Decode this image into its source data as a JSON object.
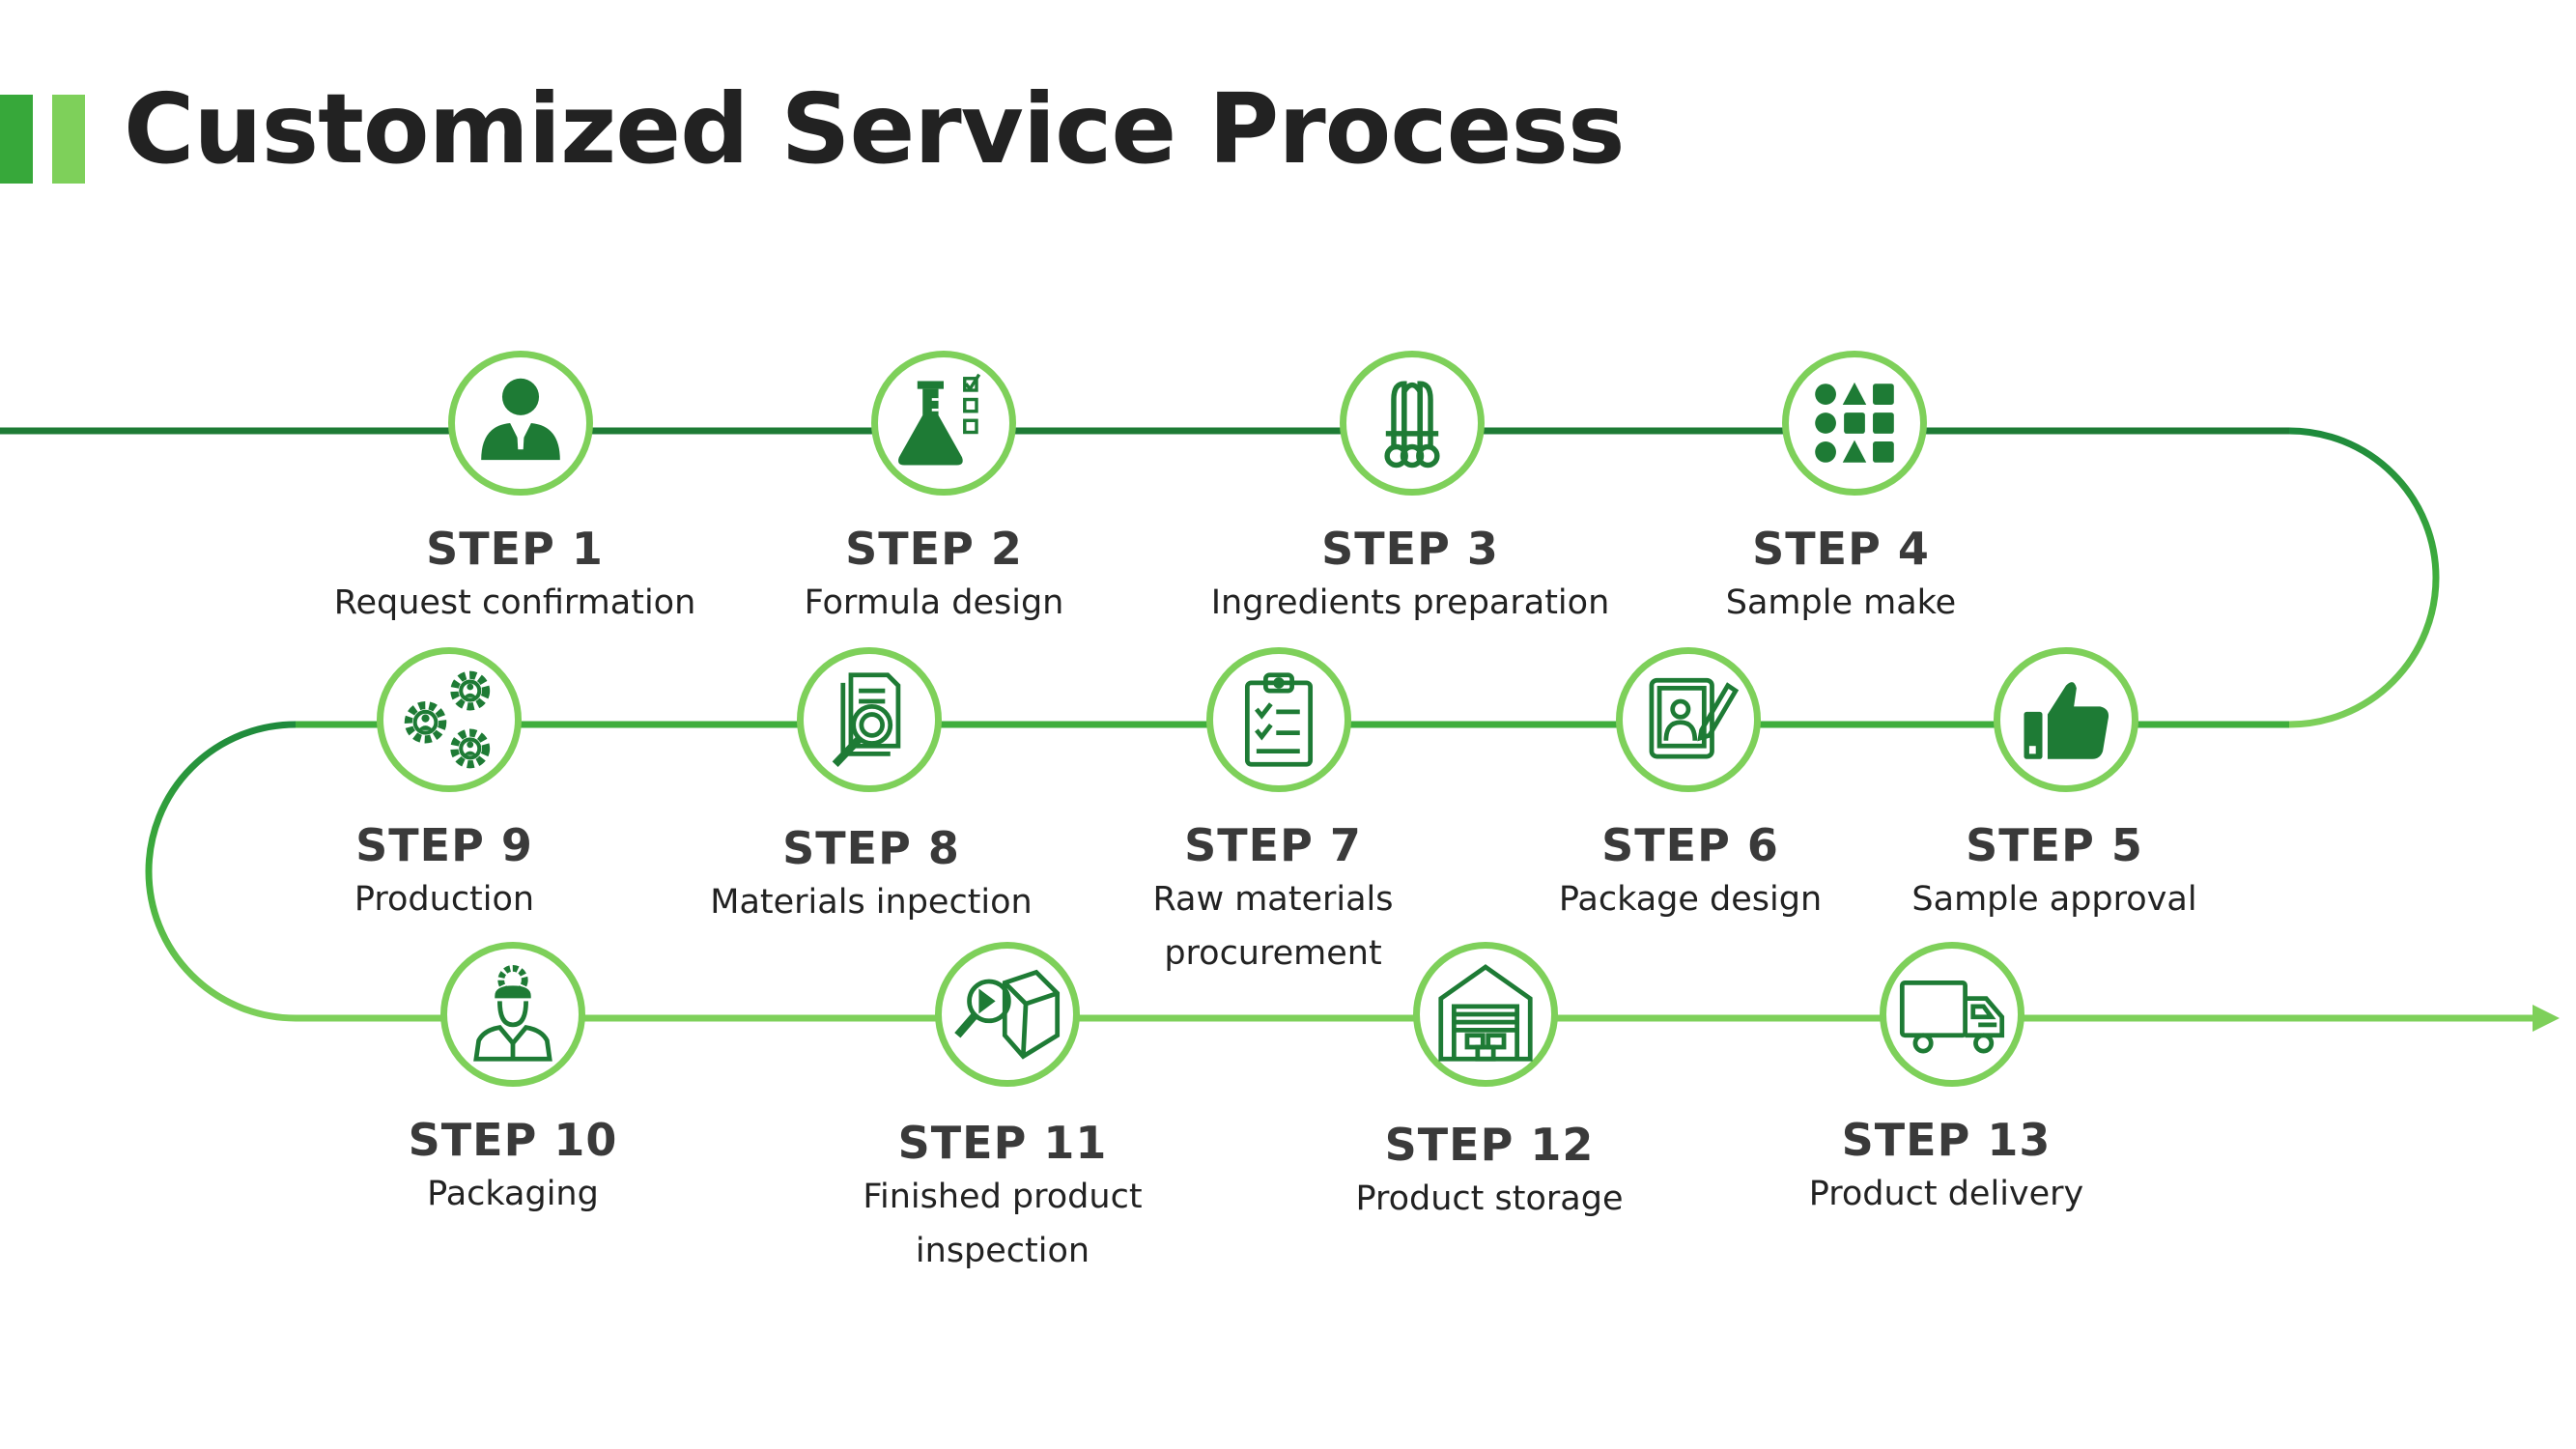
{
  "title": "Customized Service Process",
  "colors": {
    "dark_green": "#1e8a3c",
    "mid_green": "#37a83a",
    "light_green": "#7ed05a",
    "icon_green": "#1e7b35",
    "title_text": "#222222"
  },
  "steps": [
    {
      "num": "STEP 1",
      "name": "Request confirmation",
      "icon": "businessman-icon"
    },
    {
      "num": "STEP 2",
      "name": "Formula design",
      "icon": "lab-flask-checklist-icon"
    },
    {
      "num": "STEP 3",
      "name": "Ingredients preparation",
      "icon": "ingredients-bundle-icon"
    },
    {
      "num": "STEP 4",
      "name": "Sample make",
      "icon": "shapes-grid-icon"
    },
    {
      "num": "STEP 5",
      "name": "Sample approval",
      "icon": "thumbs-up-icon"
    },
    {
      "num": "STEP 6",
      "name": "Package design",
      "icon": "design-tablet-pen-icon"
    },
    {
      "num": "STEP 7",
      "name": "Raw materials\nprocurement",
      "icon": "clipboard-checklist-icon"
    },
    {
      "num": "STEP 8",
      "name": "Materials inpection",
      "icon": "document-magnifier-icon"
    },
    {
      "num": "STEP 9",
      "name": "Production",
      "icon": "gears-people-icon"
    },
    {
      "num": "STEP 10",
      "name": "Packaging",
      "icon": "worker-icon"
    },
    {
      "num": "STEP 11",
      "name": "Finished product\ninspection",
      "icon": "box-magnifier-icon"
    },
    {
      "num": "STEP 12",
      "name": "Product storage",
      "icon": "warehouse-icon"
    },
    {
      "num": "STEP 13",
      "name": "Product delivery",
      "icon": "delivery-truck-icon"
    }
  ]
}
